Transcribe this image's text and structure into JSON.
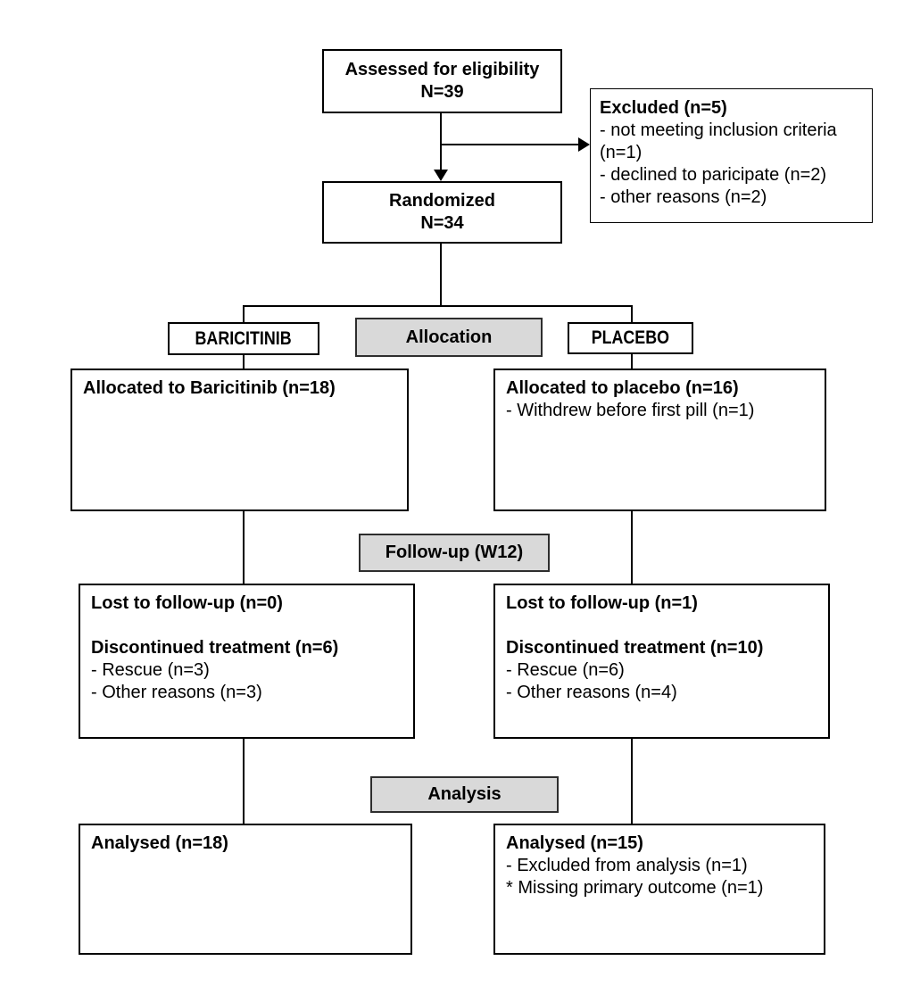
{
  "colors": {
    "background": "#ffffff",
    "box_border": "#000000",
    "stage_fill": "#d9d9d9",
    "text": "#000000"
  },
  "assessed": {
    "line1": "Assessed for eligibility",
    "line2": "N=39"
  },
  "excluded": {
    "title": "Excluded (n=5)",
    "items": [
      "- not meeting inclusion criteria (n=1)",
      "- declined to paricipate (n=2)",
      "- other reasons (n=2)"
    ]
  },
  "randomized": {
    "line1": "Randomized",
    "line2": "N=34"
  },
  "arms": {
    "left_label": "BARICITINIB",
    "right_label": "PLACEBO"
  },
  "stages": {
    "allocation": "Allocation",
    "followup": "Follow-up (W12)",
    "analysis": "Analysis"
  },
  "allocation": {
    "left": {
      "title": "Allocated to Baricitinib (n=18)"
    },
    "right": {
      "title": "Allocated to placebo (n=16)",
      "items": [
        "- Withdrew before first pill (n=1)"
      ]
    }
  },
  "followup": {
    "left": {
      "lost": "Lost to follow-up (n=0)",
      "discontinued": "Discontinued treatment (n=6)",
      "items": [
        "- Rescue (n=3)",
        "- Other reasons (n=3)"
      ]
    },
    "right": {
      "lost": "Lost to follow-up (n=1)",
      "discontinued": "Discontinued treatment (n=10)",
      "items": [
        "- Rescue (n=6)",
        "- Other reasons (n=4)"
      ]
    }
  },
  "analysis": {
    "left": {
      "title": "Analysed (n=18)"
    },
    "right": {
      "title": "Analysed (n=15)",
      "items": [
        "- Excluded from analysis (n=1)",
        "* Missing primary outcome (n=1)"
      ]
    }
  }
}
